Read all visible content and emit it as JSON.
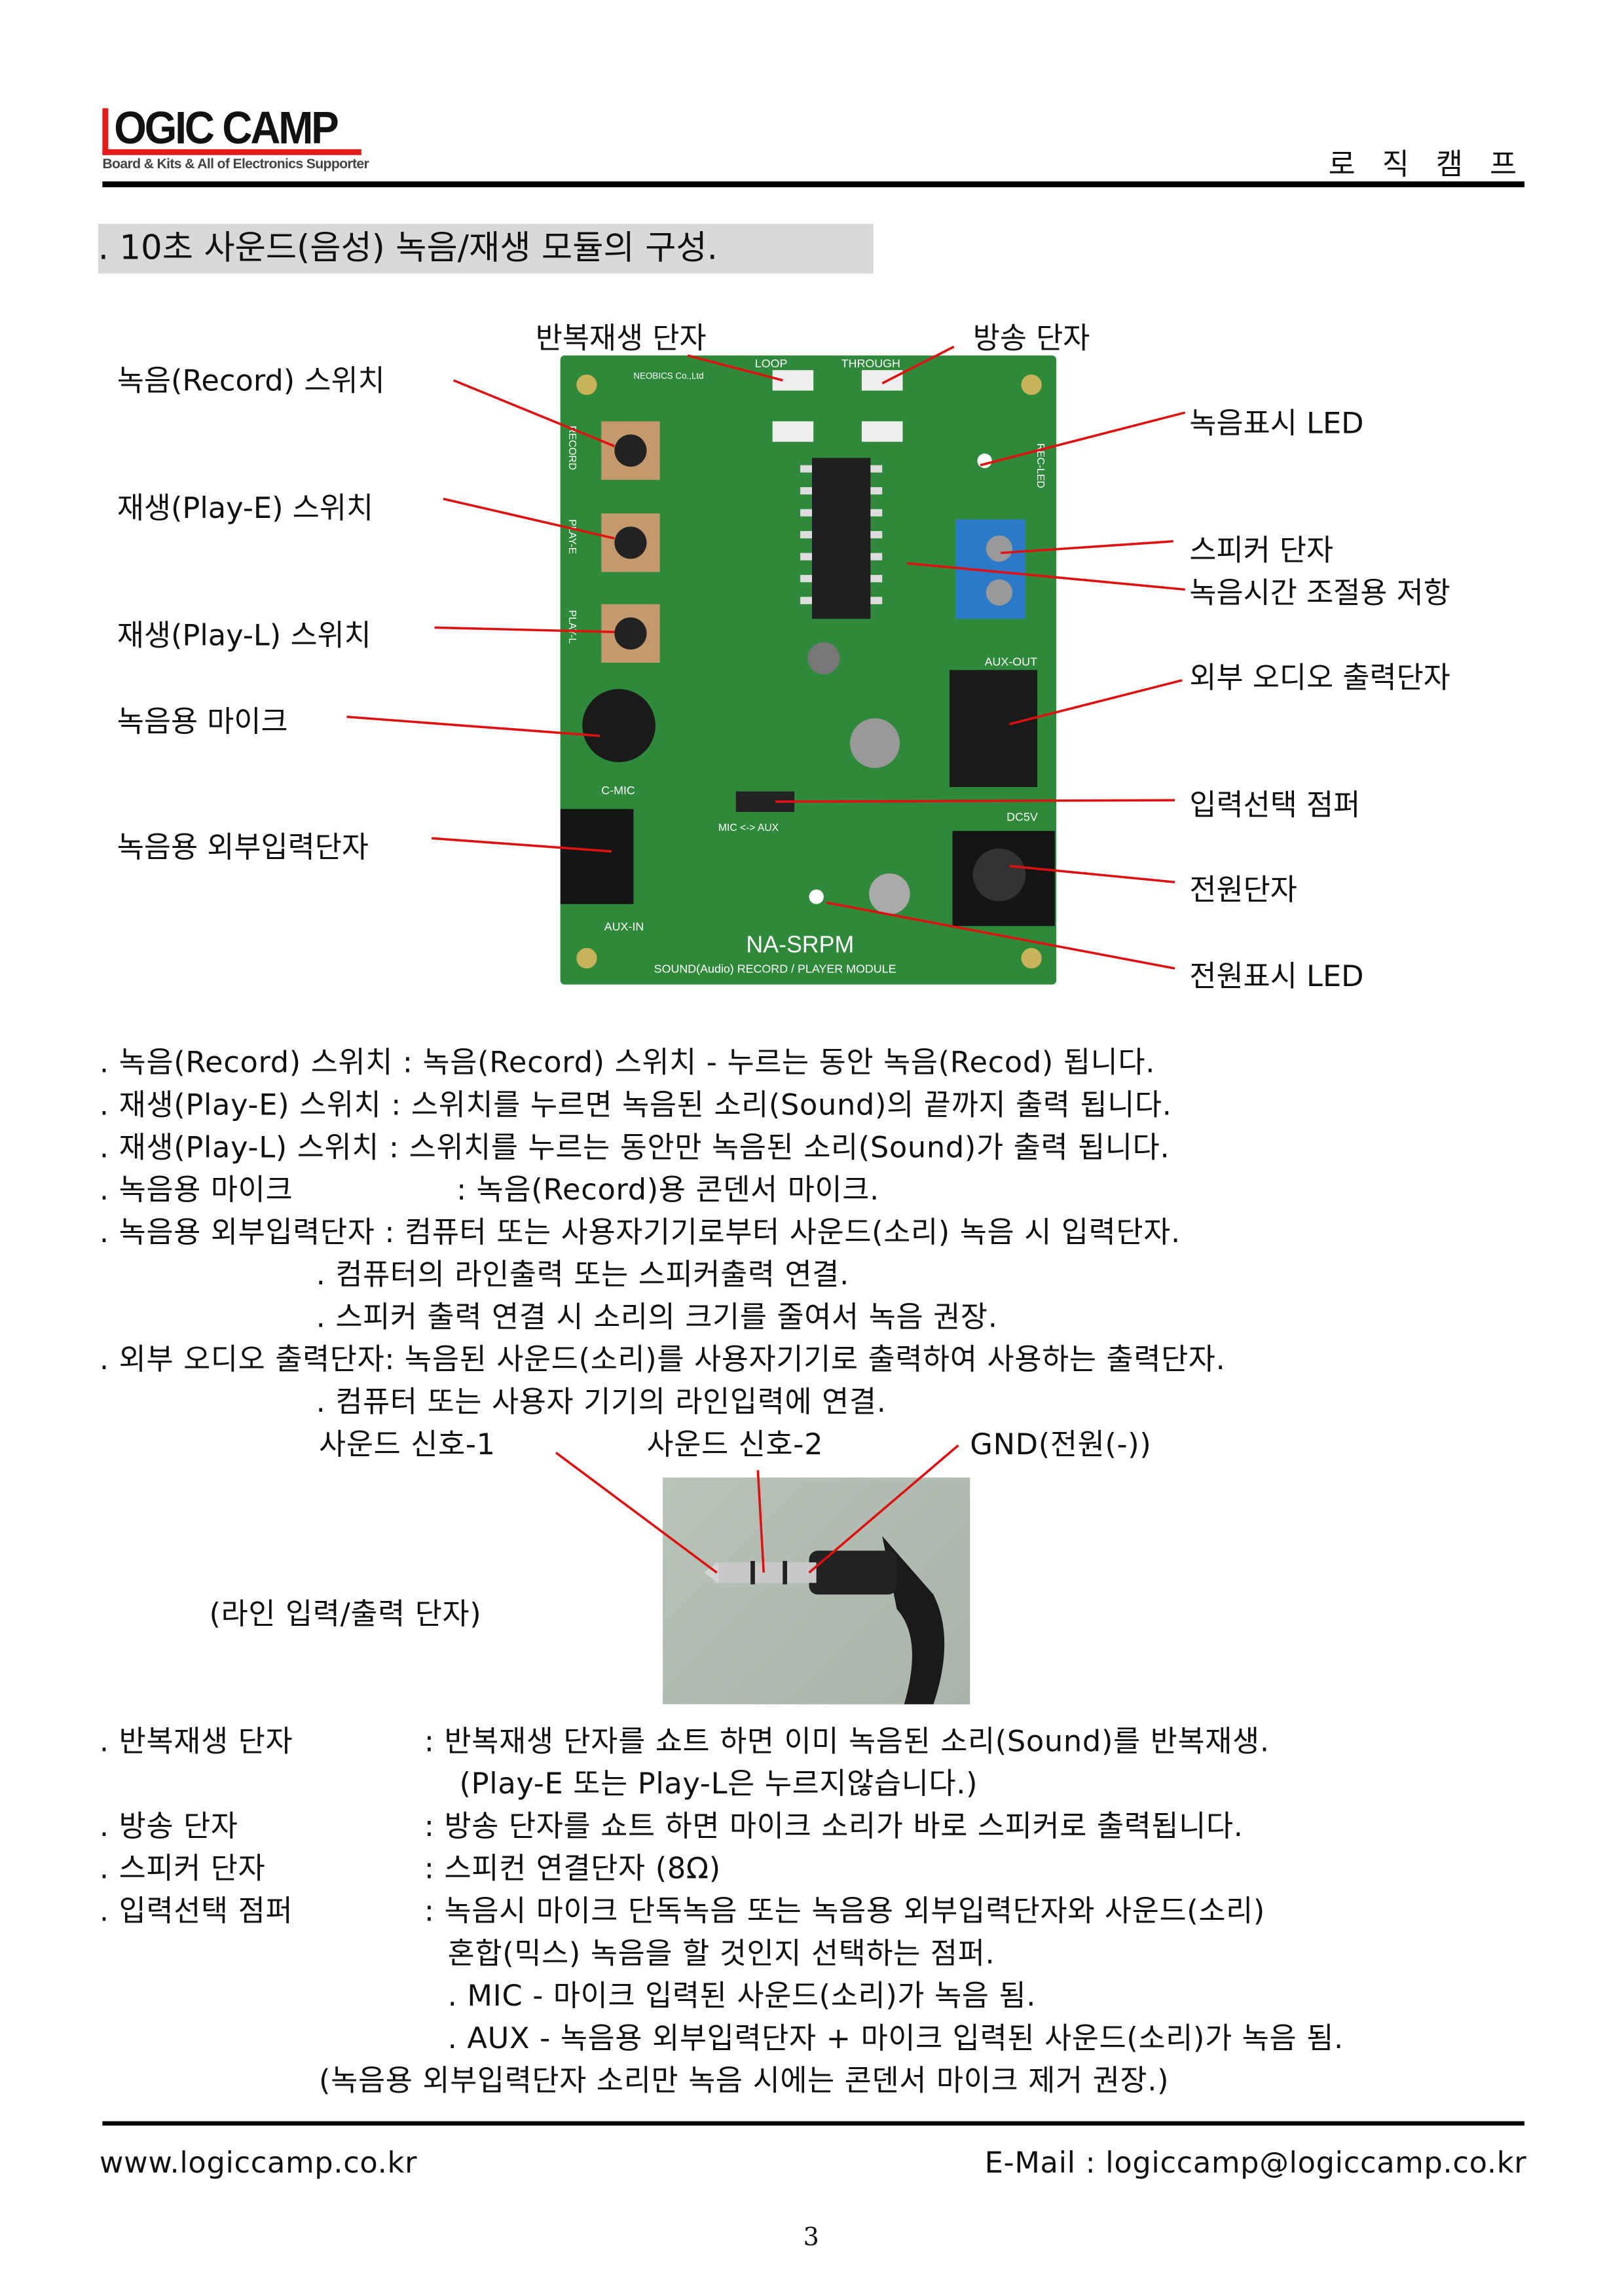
{
  "header": {
    "logo_text": "OGIC CAMP",
    "logo_tagline": "Board & Kits & All of Electronics Supporter",
    "right_text": "로 직 캠 프"
  },
  "title": ". 10초 사운드(음성) 녹음/재생 모듈의 구성.",
  "diagram": {
    "left_labels": [
      "녹음(Record) 스위치",
      "재생(Play-E) 스위치",
      "재생(Play-L) 스위치",
      "녹음용 마이크",
      "녹음용 외부입력단자"
    ],
    "top_labels": [
      "반복재생 단자",
      "방송 단자"
    ],
    "right_labels": [
      "녹음표시 LED",
      "스피커 단자",
      "녹음시간 조절용 저항",
      "외부 오디오 출력단자",
      "입력선택 점퍼",
      "전원단자",
      "전원표시 LED"
    ],
    "pcb_text": {
      "loop": "LOOP",
      "through": "THROUGH",
      "model": "NA-SRPM",
      "subtitle": "SOUND(Audio) RECORD / PLAYER MODULE",
      "mfr": "NEOBICS Co.,Ltd",
      "aux_out": "AUX-OUT",
      "aux_in": "AUX-IN",
      "cmic": "C-MIC",
      "dc": "DC5V",
      "jumper": "MIC <-> AUX",
      "rec_led": "REC-LED",
      "record": "RECORD",
      "play_e": "PLAY-E",
      "play_l": "PLAY-L"
    },
    "arrow_color": "#e01010"
  },
  "desc": [
    ". 녹음(Record) 스위치 : 녹음(Record) 스위치 - 누르는 동안 녹음(Recod) 됩니다.",
    ". 재생(Play-E) 스위치 : 스위치를 누르면 녹음된 소리(Sound)의 끝까지 출력 됩니다.",
    ". 재생(Play-L) 스위치 : 스위치를 누르는 동안만 녹음된 소리(Sound)가 출력 됩니다.",
    ". 녹음용 마이크",
    ": 녹음(Record)용 콘덴서 마이크.",
    ". 녹음용 외부입력단자 : 컴퓨터 또는 사용자기기로부터 사운드(소리) 녹음 시 입력단자.",
    ". 컴퓨터의 라인출력 또는 스피커출력 연결.",
    ". 스피커 출력 연결 시 소리의 크기를 줄여서 녹음 권장.",
    ". 외부 오디오 출력단자: 녹음된 사운드(소리)를 사용자기기로 출력하여 사용하는 출력단자.",
    ". 컴퓨터 또는 사용자 기기의 라인입력에 연결."
  ],
  "plug": {
    "labels": [
      "사운드 신호-1",
      "사운드 신호-2",
      "GND(전원(-))"
    ],
    "caption": "(라인 입력/출력 단자)"
  },
  "terms": [
    {
      "name": ". 반복재생 단자",
      "desc": ": 반복재생 단자를 쇼트 하면 이미 녹음된 소리(Sound)를 반복재생."
    },
    {
      "name": "",
      "desc": "(Play-E 또는 Play-L은 누르지않습니다.)"
    },
    {
      "name": ". 방송 단자",
      "desc": ": 방송 단자를 쇼트 하면 마이크 소리가 바로 스피커로 출력됩니다."
    },
    {
      "name": ". 스피커 단자",
      "desc": ": 스피컨 연결단자 (8Ω)"
    },
    {
      "name": ". 입력선택 점퍼",
      "desc": ": 녹음시 마이크 단독녹음 또는 녹음용 외부입력단자와 사운드(소리)"
    }
  ],
  "jumper_notes": [
    "혼합(믹스) 녹음을 할 것인지 선택하는 점퍼.",
    ". MIC - 마이크 입력된 사운드(소리)가 녹음 됨.",
    ". AUX - 녹음용 외부입력단자 + 마이크 입력된 사운드(소리)가 녹음 됨.",
    "(녹음용 외부입력단자 소리만 녹음 시에는 콘덴서 마이크 제거 권장.)"
  ],
  "footer": {
    "website": "www.logiccamp.co.kr",
    "email": "E-Mail : logiccamp@logiccamp.co.kr",
    "page": "3"
  }
}
